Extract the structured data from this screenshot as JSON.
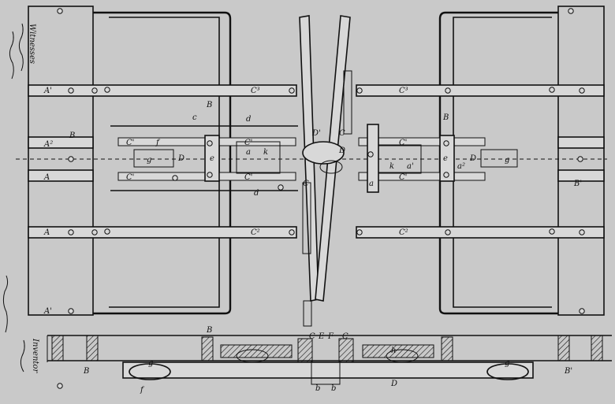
{
  "labels": {
    "witnesses": "Witnesses",
    "inventor": "Inventor",
    "A": "A",
    "A1": "A'",
    "A2": "A²",
    "B": "B",
    "B1": "B'",
    "C": "C",
    "C1": "C'",
    "C2": "C²",
    "C3": "C³",
    "D": "D",
    "D1": "D'",
    "a": "a",
    "a1": "a'",
    "a2": "a²",
    "b": "b",
    "c": "c",
    "d": "d",
    "e": "e",
    "f": "f",
    "g": "g",
    "h": "h",
    "k": "k",
    "E": "E",
    "F": "F"
  },
  "colors": {
    "paper": "#c9c9c9",
    "ink": "#111111"
  }
}
